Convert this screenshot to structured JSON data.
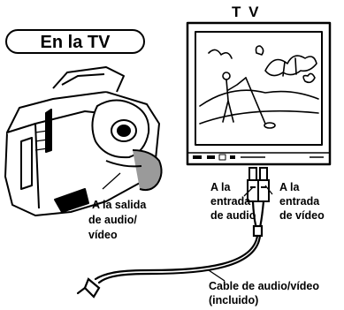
{
  "header": {
    "mode_title": "En la TV",
    "tv_label": "T V"
  },
  "labels": {
    "camera_output": [
      "A la salida",
      "de audio/",
      "vídeo"
    ],
    "tv_audio_input": [
      "A la",
      "entrada",
      "de audio"
    ],
    "tv_video_input": [
      "A la",
      "entrada",
      "de vídeo"
    ],
    "cable": [
      "Cable de audio/vídeo",
      "(incluido)"
    ]
  }
}
